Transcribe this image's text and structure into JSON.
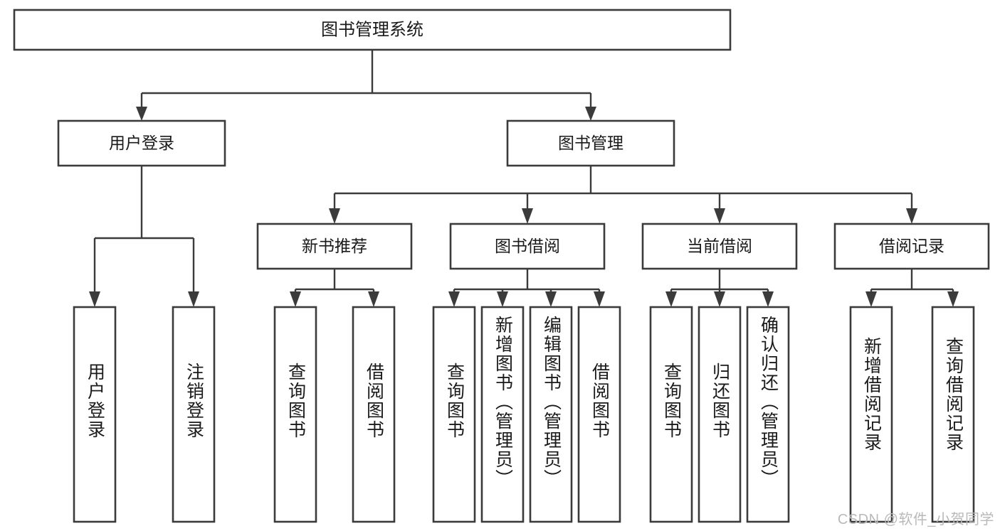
{
  "diagram": {
    "type": "tree-hierarchy",
    "title": "图书管理系统",
    "root": {
      "label": "图书管理系统"
    },
    "level2": [
      {
        "label": "用户登录"
      },
      {
        "label": "图书管理"
      }
    ],
    "level3": [
      {
        "label": "新书推荐"
      },
      {
        "label": "图书借阅"
      },
      {
        "label": "当前借阅"
      },
      {
        "label": "借阅记录"
      }
    ],
    "leaves": {
      "user_login": [
        {
          "label": "用户登录"
        },
        {
          "label": "注销登录"
        }
      ],
      "new_book": [
        {
          "label": "查询图书"
        },
        {
          "label": "借阅图书"
        }
      ],
      "book_borrow": [
        {
          "label": "查询图书"
        },
        {
          "label": "新增图书（管理员）"
        },
        {
          "label": "编辑图书（管理员）"
        },
        {
          "label": "借阅图书"
        }
      ],
      "current_borrow": [
        {
          "label": "查询图书"
        },
        {
          "label": "归还图书"
        },
        {
          "label": "确认归还（管理员）"
        }
      ],
      "borrow_record": [
        {
          "label": "新增借阅记录"
        },
        {
          "label": "查询借阅记录"
        }
      ]
    }
  },
  "watermark": {
    "text": "CSDN @软件_小贺同学"
  },
  "colors": {
    "stroke": "#3b3b3b",
    "fill": "#ffffff",
    "text": "#1a1a1a",
    "watermark": "#b9b9b9"
  }
}
